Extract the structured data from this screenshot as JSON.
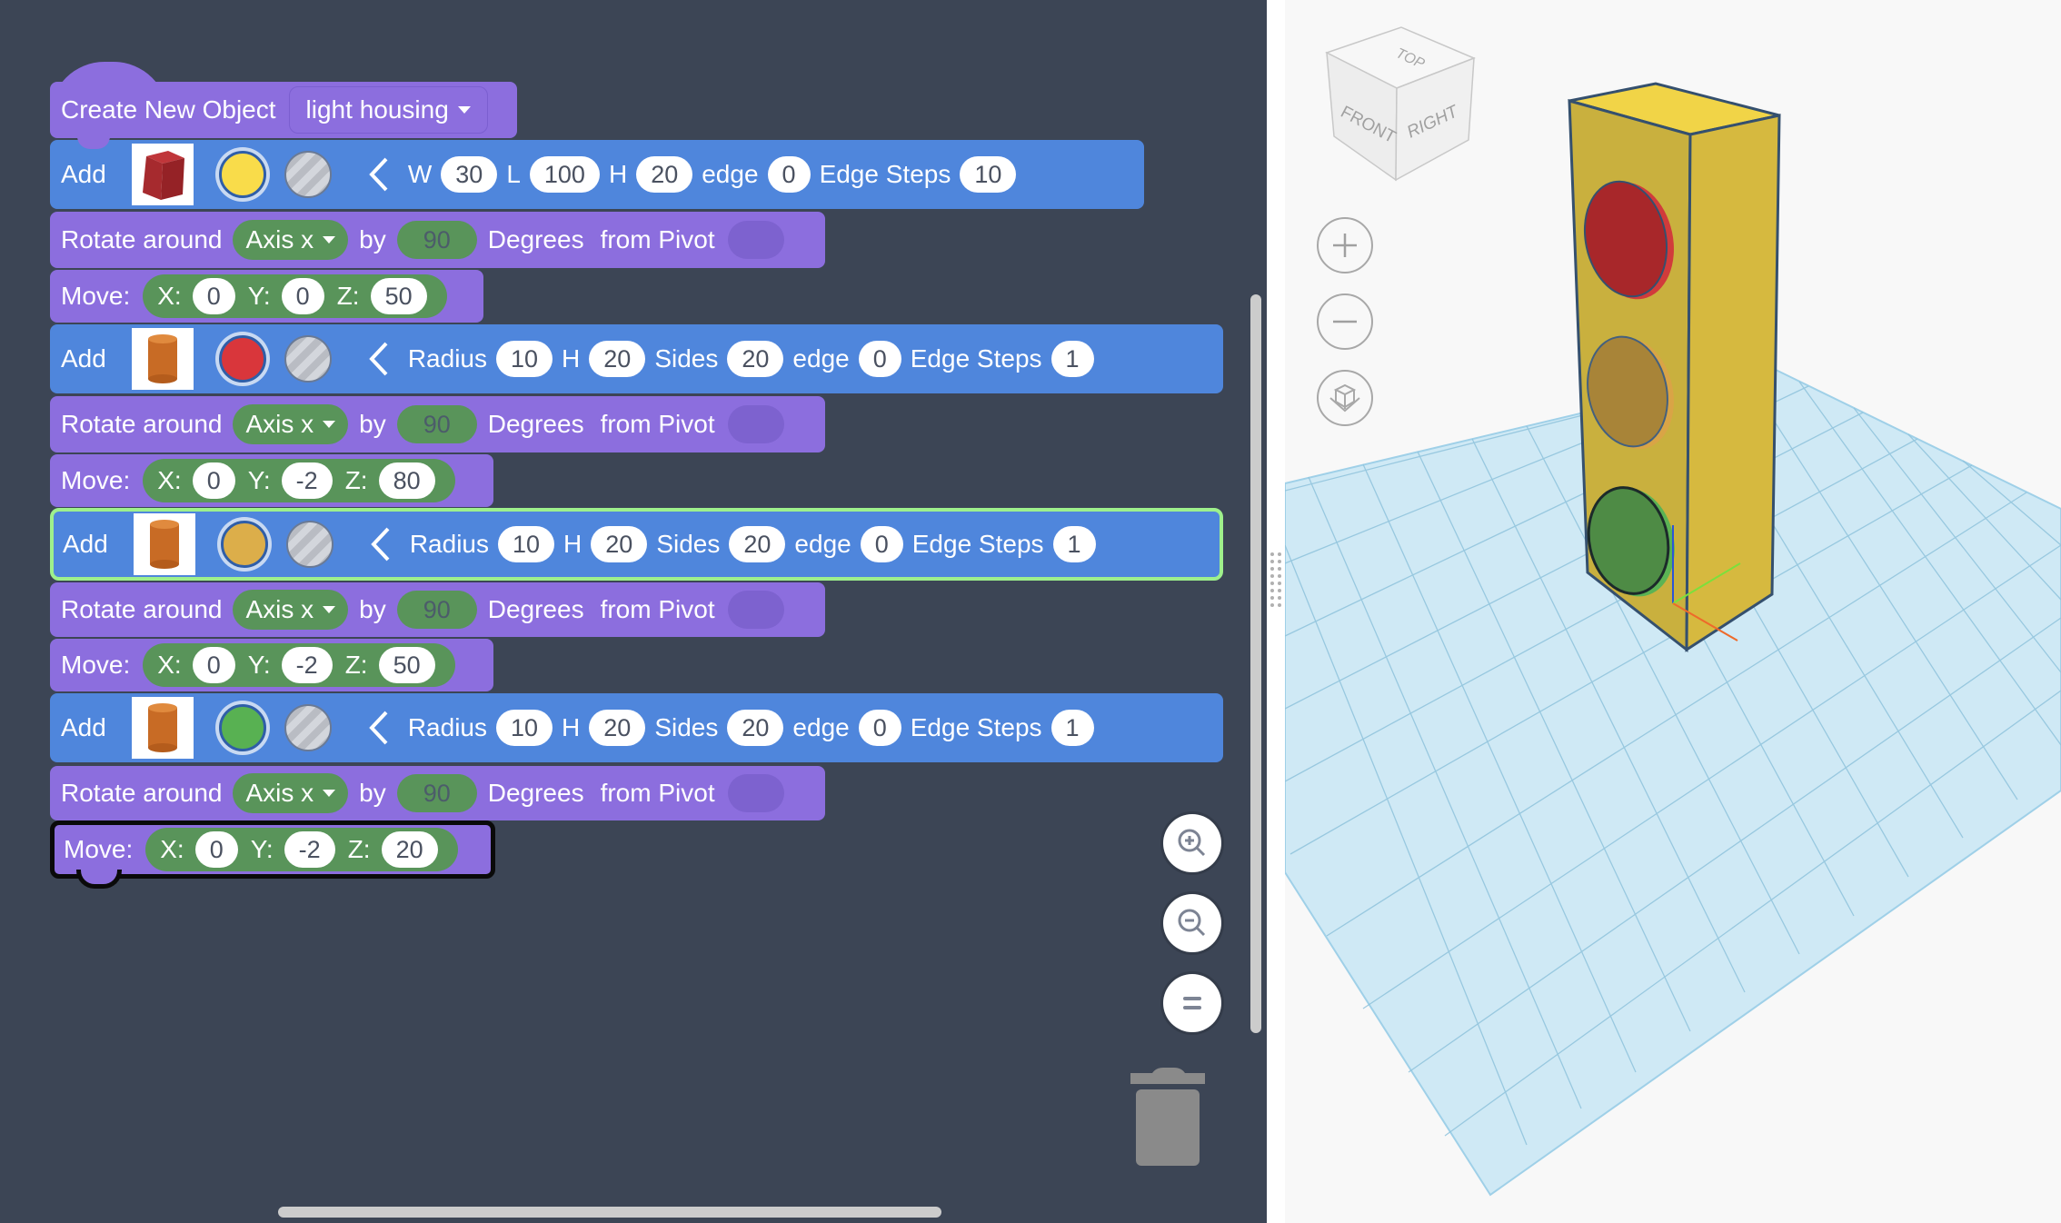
{
  "workspace": {
    "header": {
      "label": "Create New Object",
      "object_name": "light housing"
    },
    "blocks": {
      "add_box": {
        "label": "Add",
        "shape": "box",
        "color": "#f9dc4a",
        "params": [
          {
            "label": "W",
            "value": "30"
          },
          {
            "label": "L",
            "value": "100"
          },
          {
            "label": "H",
            "value": "20"
          },
          {
            "label": "edge",
            "value": "0"
          },
          {
            "label": "Edge Steps",
            "value": "10"
          }
        ]
      },
      "rotate_1": {
        "label": "Rotate around",
        "axis": "Axis x",
        "by": "by",
        "degrees": "90",
        "degrees_label": "Degrees",
        "pivot_label": "from Pivot"
      },
      "move_1": {
        "label": "Move:",
        "x_label": "X:",
        "x": "0",
        "y_label": "Y:",
        "y": "0",
        "z_label": "Z:",
        "z": "50"
      },
      "add_red": {
        "label": "Add",
        "shape": "cylinder",
        "color": "#d9363b",
        "params": [
          {
            "label": "Radius",
            "value": "10"
          },
          {
            "label": "H",
            "value": "20"
          },
          {
            "label": "Sides",
            "value": "20"
          },
          {
            "label": "edge",
            "value": "0"
          },
          {
            "label": "Edge Steps",
            "value": "1"
          }
        ]
      },
      "rotate_2": {
        "label": "Rotate around",
        "axis": "Axis x",
        "by": "by",
        "degrees": "90",
        "degrees_label": "Degrees",
        "pivot_label": "from Pivot"
      },
      "move_2": {
        "label": "Move:",
        "x_label": "X:",
        "x": "0",
        "y_label": "Y:",
        "y": "-2",
        "z_label": "Z:",
        "z": "80"
      },
      "add_amber": {
        "label": "Add",
        "shape": "cylinder",
        "color": "#dcae4a",
        "selected": true,
        "params": [
          {
            "label": "Radius",
            "value": "10"
          },
          {
            "label": "H",
            "value": "20"
          },
          {
            "label": "Sides",
            "value": "20"
          },
          {
            "label": "edge",
            "value": "0"
          },
          {
            "label": "Edge Steps",
            "value": "1"
          }
        ]
      },
      "rotate_3": {
        "label": "Rotate around",
        "axis": "Axis x",
        "by": "by",
        "degrees": "90",
        "degrees_label": "Degrees",
        "pivot_label": "from Pivot"
      },
      "move_3": {
        "label": "Move:",
        "x_label": "X:",
        "x": "0",
        "y_label": "Y:",
        "y": "-2",
        "z_label": "Z:",
        "z": "50"
      },
      "add_green": {
        "label": "Add",
        "shape": "cylinder",
        "color": "#58b152",
        "params": [
          {
            "label": "Radius",
            "value": "10"
          },
          {
            "label": "H",
            "value": "20"
          },
          {
            "label": "Sides",
            "value": "20"
          },
          {
            "label": "edge",
            "value": "0"
          },
          {
            "label": "Edge Steps",
            "value": "1"
          }
        ]
      },
      "rotate_4": {
        "label": "Rotate around",
        "axis": "Axis x",
        "by": "by",
        "degrees": "90",
        "degrees_label": "Degrees",
        "pivot_label": "from Pivot"
      },
      "move_4": {
        "label": "Move:",
        "x_label": "X:",
        "x": "0",
        "y_label": "Y:",
        "y": "-2",
        "z_label": "Z:",
        "z": "20"
      }
    },
    "controls": {
      "zoom_in": "zoom-in-icon",
      "zoom_out": "zoom-out-icon",
      "reset": "reset-zoom-icon",
      "trash": "trash-icon"
    }
  },
  "viewport": {
    "view_cube": {
      "top": "TOP",
      "front": "FRONT",
      "right": "RIGHT"
    },
    "controls": {
      "zoom_in": "plus-icon",
      "zoom_out": "minus-icon",
      "home": "home-view-icon"
    }
  },
  "colors": {
    "workspace_bg": "#3c4555",
    "block_purple": "#8c6ede",
    "block_blue": "#4f86dc",
    "block_green": "#59945a",
    "selection": "#9ef08c",
    "housing_yellow": "#d1b63f"
  }
}
